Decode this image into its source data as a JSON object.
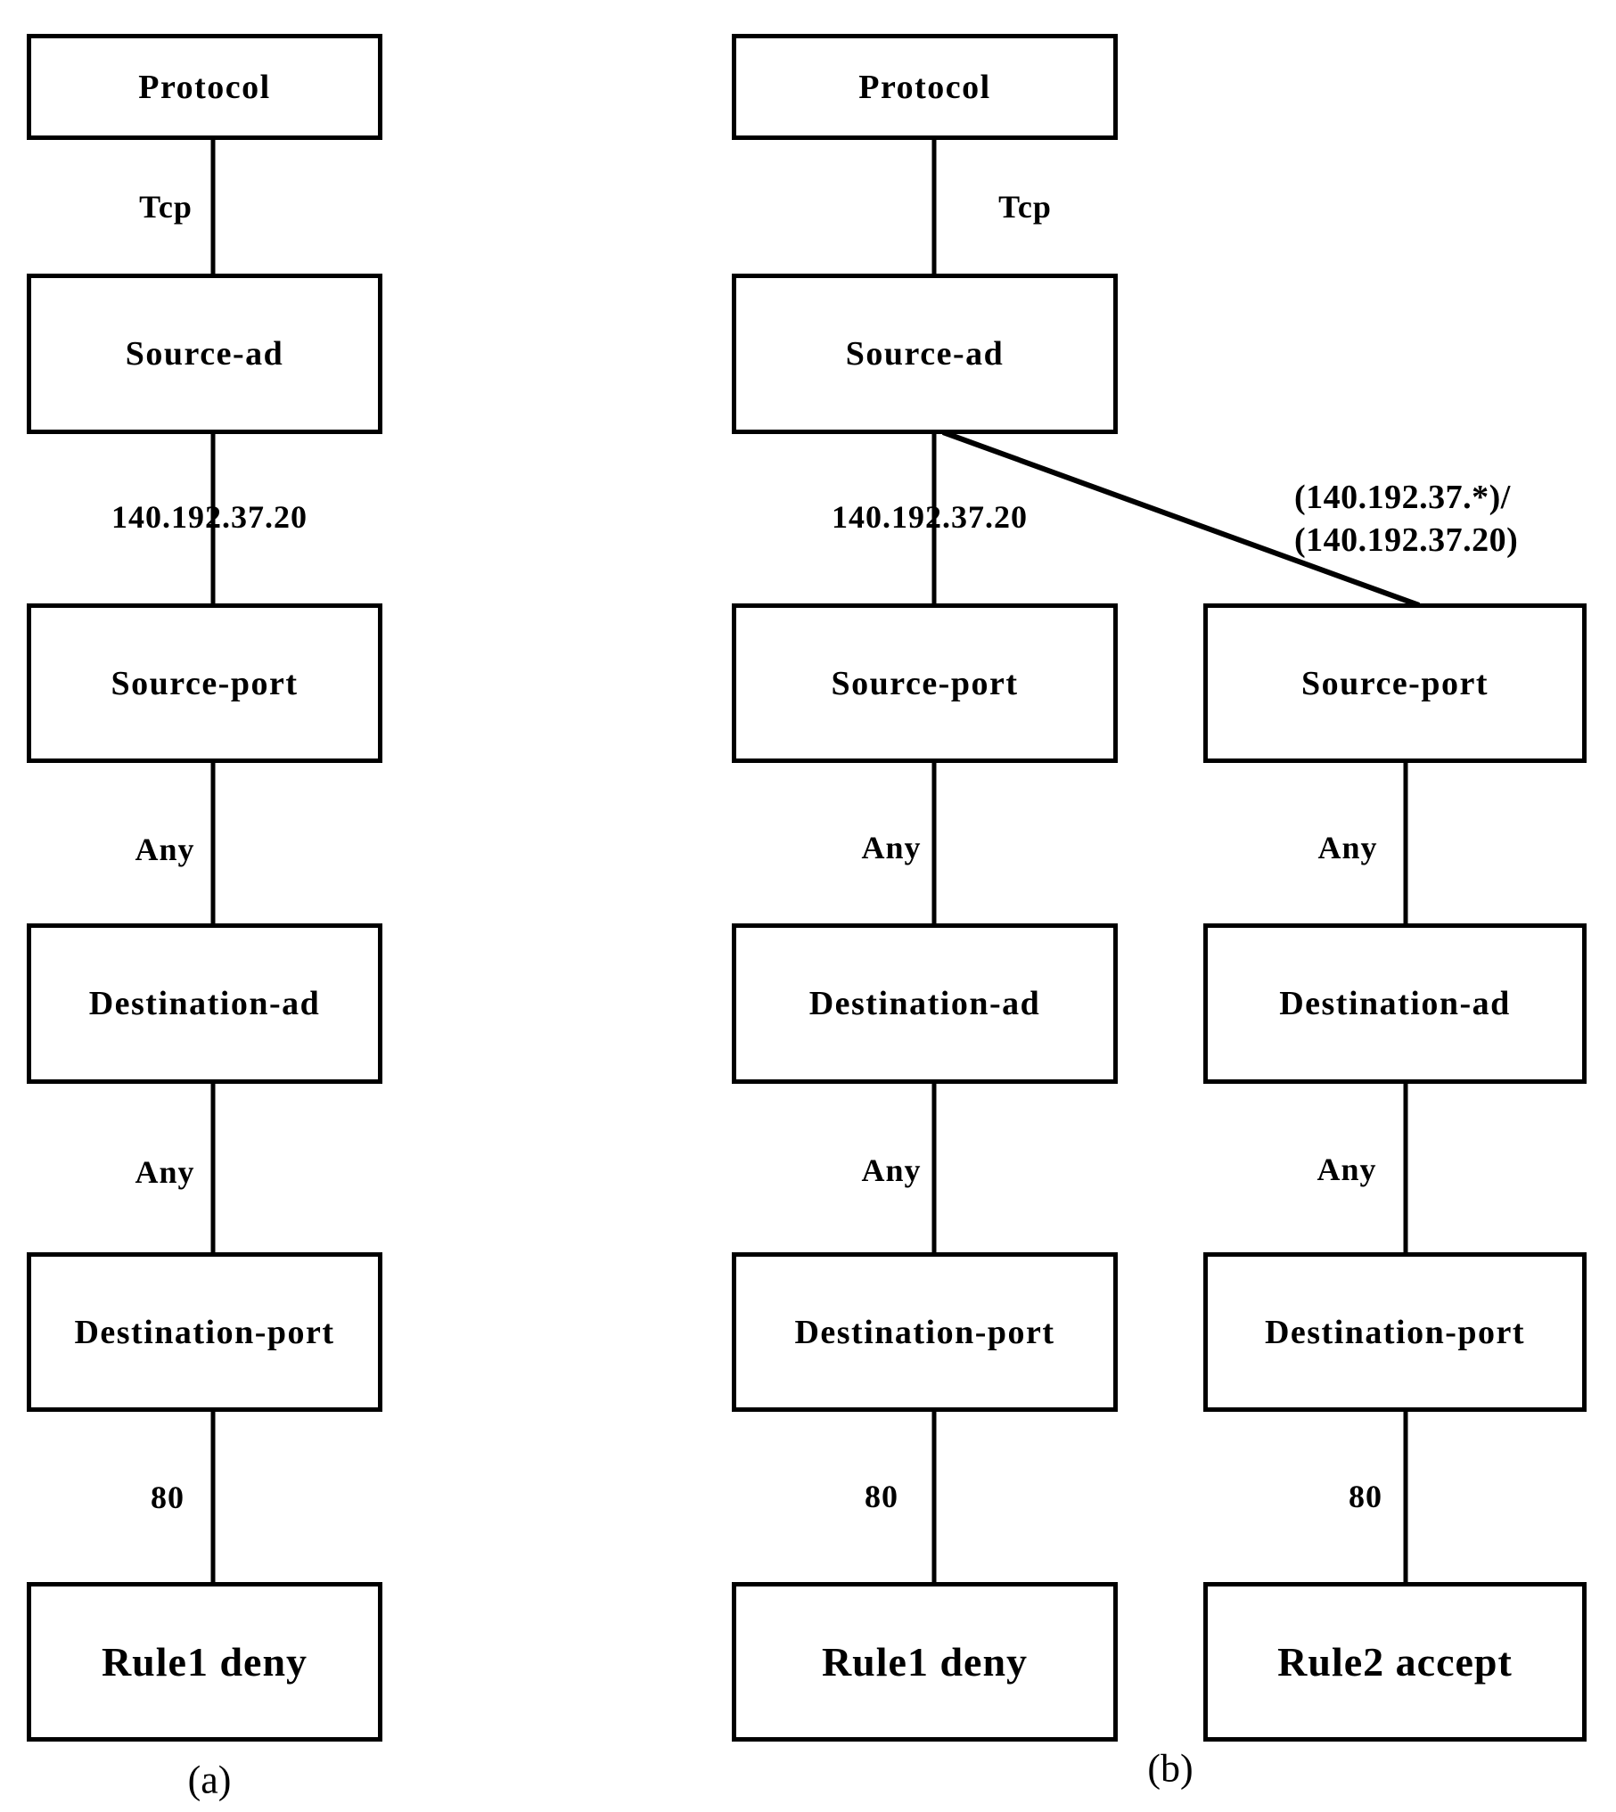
{
  "figure": {
    "background_color": "#ffffff",
    "line_color": "#000000",
    "text_color": "#000000"
  },
  "diagram_a": {
    "caption": "(a)",
    "nodes": {
      "protocol": "Protocol",
      "source_ad": "Source-ad",
      "source_port": "Source-port",
      "destination_ad": "Destination-ad",
      "destination_port": "Destination-port",
      "rule": "Rule1 deny"
    },
    "edge_labels": {
      "protocol_value": "Tcp",
      "source_ad_value": "140.192.37.20",
      "source_port_value": "Any",
      "destination_ad_value": "Any",
      "destination_port_value": "80"
    }
  },
  "diagram_b": {
    "caption": "(b)",
    "rule1_branch": {
      "nodes": {
        "protocol": "Protocol",
        "source_ad": "Source-ad",
        "source_port": "Source-port",
        "destination_ad": "Destination-ad",
        "destination_port": "Destination-port",
        "rule": "Rule1 deny"
      },
      "edge_labels": {
        "protocol_value": "Tcp",
        "source_ad_value": "140.192.37.20",
        "source_port_value": "Any",
        "destination_ad_value": "Any",
        "destination_port_value": "80"
      }
    },
    "rule2_branch": {
      "nodes": {
        "source_port": "Source-port",
        "destination_ad": "Destination-ad",
        "destination_port": "Destination-port",
        "rule": "Rule2 accept"
      },
      "edge_labels": {
        "source_ad_value_line1": "(140.192.37.*)/",
        "source_ad_value_line2": "(140.192.37.20)",
        "source_port_value": "Any",
        "destination_ad_value": "Any",
        "destination_port_value": "80"
      }
    }
  }
}
